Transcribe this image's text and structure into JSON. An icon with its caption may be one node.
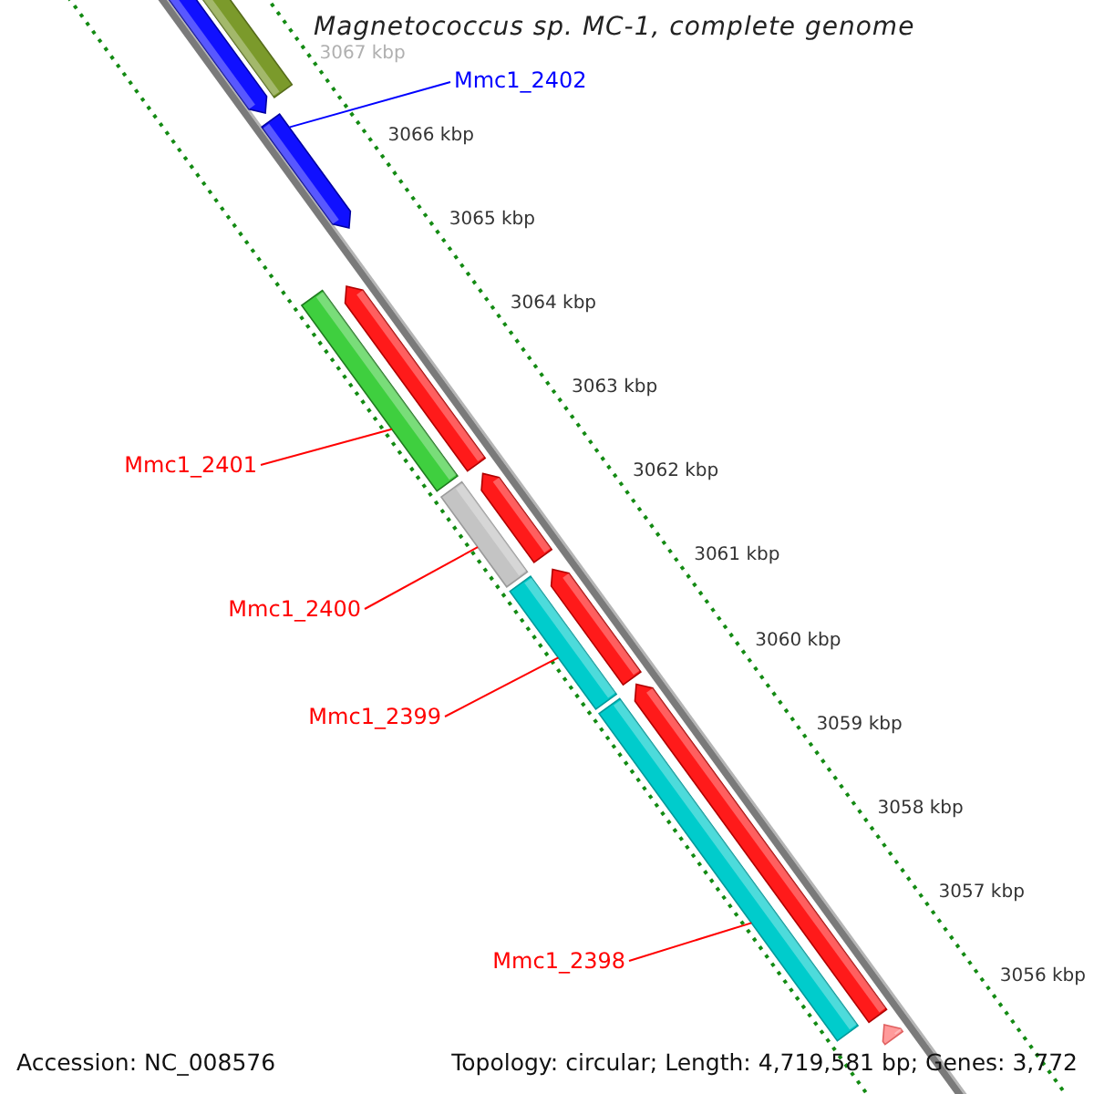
{
  "diagram": {
    "title": "Magnetococcus sp. MC-1, complete genome",
    "nodes": [
      {
        "text": [],
        "shape": "bar"
      },
      {
        "text": [],
        "shape": "bar"
      },
      {
        "text": [
          "Mmc1_2402"
        ]
      },
      {
        "text": [],
        "shape": "bar"
      },
      {
        "text": [],
        "shape": "bar"
      },
      {
        "text": [],
        "shape": "bar"
      },
      {
        "text": [
          "Mmc1_2401"
        ]
      },
      {
        "text": [],
        "shape": "bar"
      },
      {
        "text": [],
        "shape": "bar"
      },
      {
        "text": [
          "Mmc1_2400"
        ]
      },
      {
        "text": [],
        "shape": "bar"
      },
      {
        "text": [],
        "shape": "bar"
      },
      {
        "text": [
          "Mmc1_2399"
        ]
      },
      {
        "text": [],
        "shape": "bar"
      },
      {
        "text": [],
        "shape": "bar"
      },
      {
        "text": [
          "Mmc1_2398"
        ]
      },
      {
        "text": [],
        "shape": "bar"
      }
    ],
    "edges": [
      {
        "from": 2,
        "to": 3,
        "arrow": "none",
        "color": "#0000ff"
      },
      {
        "from": 6,
        "to": 5,
        "arrow": "none"
      },
      {
        "from": 9,
        "to": 8,
        "arrow": "none"
      },
      {
        "from": 12,
        "to": 11,
        "arrow": "none"
      },
      {
        "from": 15,
        "to": 14,
        "arrow": "none"
      }
    ],
    "labels": [
      "3067 kbp",
      "3066 kbp",
      "3065 kbp",
      "3064 kbp",
      "3063 kbp",
      "3062 kbp",
      "3061 kbp",
      "3060 kbp",
      "3059 kbp",
      "3058 kbp",
      "3057 kbp",
      "3056 kbp",
      "Accession: NC_008576",
      "Topology: circular; Length: 4,719,581 bp; Genes: 3,772"
    ]
  }
}
